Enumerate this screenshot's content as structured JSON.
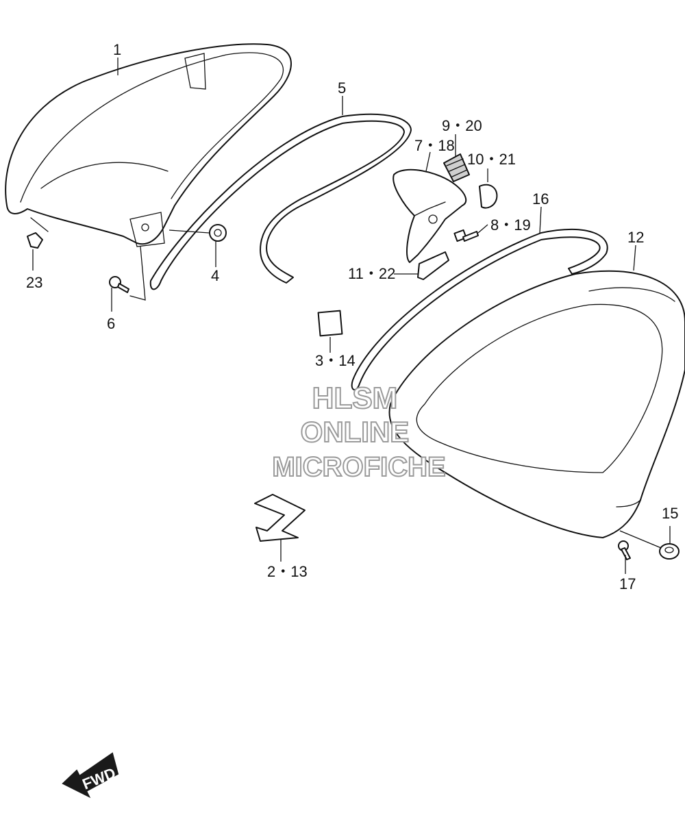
{
  "labels": {
    "p1": "1",
    "p5": "5",
    "p9_20": "9・20",
    "p7_18": "7・18",
    "p10_21": "10・21",
    "p16": "16",
    "p12": "12",
    "p8_19": "8・19",
    "p11_22": "11・22",
    "p23": "23",
    "p4": "4",
    "p6": "6",
    "p3_14": "3・14",
    "p2_13": "2・13",
    "p15": "15",
    "p17": "17"
  },
  "watermark": {
    "line1": "HLSM",
    "line2": "ONLINE",
    "line3": "MICROFICHE"
  },
  "fwd_label": "FWD"
}
